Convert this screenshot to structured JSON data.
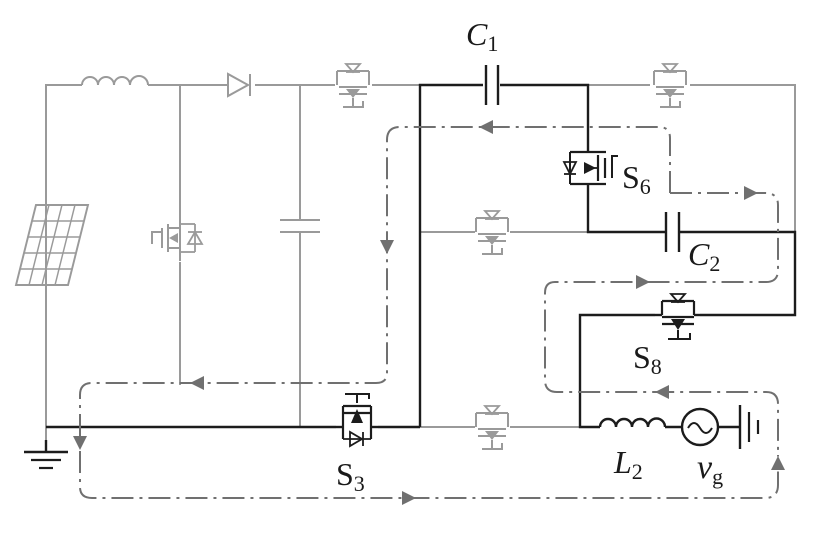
{
  "labels": {
    "c1": {
      "main": "C",
      "sub": "1"
    },
    "c2": {
      "main": "C",
      "sub": "2"
    },
    "s3": {
      "main": "S",
      "sub": "3"
    },
    "s6": {
      "main": "S",
      "sub": "6"
    },
    "s8": {
      "main": "S",
      "sub": "8"
    },
    "l2": {
      "main": "L",
      "sub": "2"
    },
    "vg": {
      "main": "v",
      "sub": "g"
    }
  },
  "colors": {
    "active": "#1c1c1c",
    "inactive": "#9a9a9a",
    "current_path": "#707070"
  },
  "icons": [
    "solar-panel-icon",
    "inductor-icon",
    "diode-icon",
    "capacitor-icon",
    "mosfet-icon",
    "ac-source-icon",
    "ground-icon"
  ]
}
